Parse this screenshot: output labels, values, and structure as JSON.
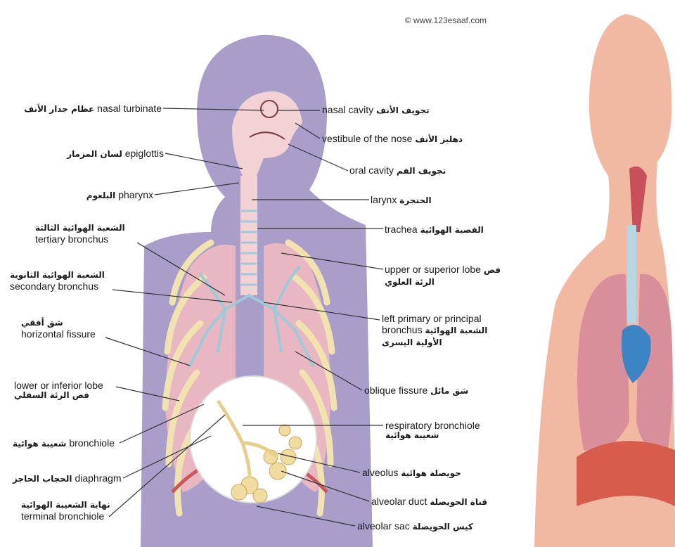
{
  "watermark": "© www.123esaaf.com",
  "colors": {
    "body_silhouette": "#a89ec9",
    "airway": "#f3d2d6",
    "lung": "#e8b7c2",
    "bronchi": "#9ec9d8",
    "rib": "#f1e3b0",
    "inset_circle": "#ffffff",
    "alveoli": "#f0dca0",
    "leader_line": "#333333",
    "skin": "#f2b9a2",
    "muscle": "#d65c4c"
  },
  "labels_left": [
    {
      "en": "nasal turbinate",
      "ar": "عظام جدار الأنف"
    },
    {
      "en": "epiglottis",
      "ar": "لسان المزمار"
    },
    {
      "en": "pharynx",
      "ar": "البلعوم"
    },
    {
      "en": "tertiary bronchus",
      "ar": "الشعبة الهوائية الثالثة"
    },
    {
      "en": "secondary bronchus",
      "ar": "الشعبة الهوائية الثانوية"
    },
    {
      "en": "horizontal fissure",
      "ar": "شق أفقي"
    },
    {
      "en": "lower or inferior lobe",
      "ar": "فص الرئة السفلي"
    },
    {
      "en": "bronchiole",
      "ar": "شعيبة هوائية"
    },
    {
      "en": "diaphragm",
      "ar": "الحجاب الحاجز"
    },
    {
      "en": "terminal bronchiole",
      "ar": "نهاية الشعيبة الهوائية"
    }
  ],
  "labels_right": [
    {
      "en": "nasal cavity",
      "ar": "تجويف الأنف"
    },
    {
      "en": "vestibule of the nose",
      "ar": "دهليز الأنف"
    },
    {
      "en": "oral cavity",
      "ar": "تجويف الفم"
    },
    {
      "en": "larynx",
      "ar": "الحنجرة"
    },
    {
      "en": "trachea",
      "ar": "القصبة الهوائية"
    },
    {
      "en": "upper or superior lobe",
      "ar": "فص الرئة العلوي"
    },
    {
      "en": "left primary or principal bronchus",
      "ar": "الشعبة الهوائية الأولية اليسرى"
    },
    {
      "en": "oblique fissure",
      "ar": "شق مائل"
    },
    {
      "en": "respiratory bronchiole",
      "ar": "شعيبة هوائية"
    },
    {
      "en": "alveolus",
      "ar": "حويصلة هوائية"
    },
    {
      "en": "alveolar duct",
      "ar": "قناة الحويصلة"
    },
    {
      "en": "alveolar sac",
      "ar": "كيس الحويصلة"
    }
  ]
}
